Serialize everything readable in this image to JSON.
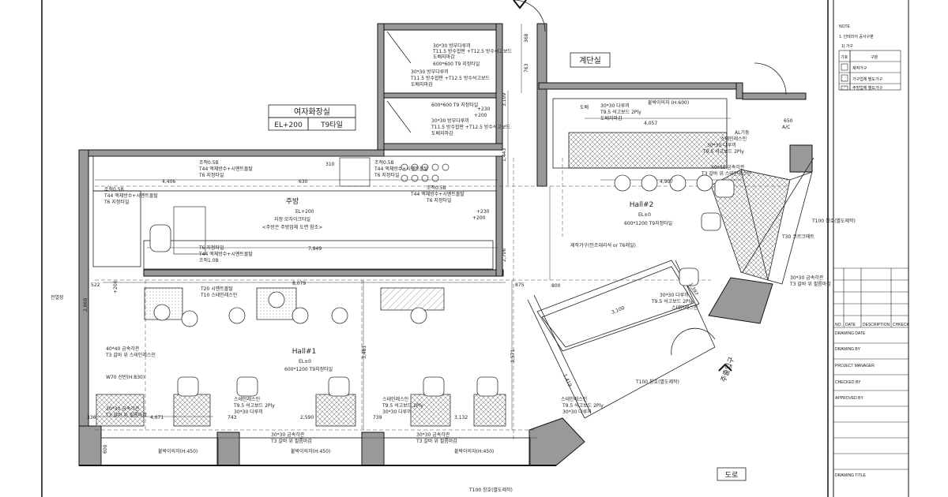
{
  "rooms": {
    "womens_restroom": {
      "title": "여자화장실",
      "level": "EL+200",
      "tile": "T9타일"
    },
    "stairs": "계단실",
    "kitchen": {
      "title": "주방",
      "level": "EL+200",
      "note1": "지정 모자이크타일",
      "note2": "<주방은 주방업체 도면 참조>"
    },
    "hall1": {
      "title": "Hall#1",
      "level": "EL±0",
      "floor": "600*1200 T9지정타일"
    },
    "hall2": {
      "title": "Hall#2",
      "level": "EL±0",
      "floor": "600*1200 T9지정타일"
    },
    "road": "도로",
    "exit": "주출입구"
  },
  "notes": {
    "n_30x30_stud": "30*30 방부다루끼",
    "n_t11": "T11.5 방수합판 +T12.5 방수석고보드",
    "n_paint": "도배지마감",
    "n_tile600": "600*600 T9 지정타일",
    "n_tile600b": "600*600 T9 지정타일",
    "n_30x30_stud2": "30*30 방부다루끼",
    "n_t11b": "T11.5 방수합판 +T12.5 방수석고보드",
    "n_paint2": "도배지마감",
    "n_el230a": "+230",
    "n_el200a": "+200",
    "n_el230b": "+230",
    "n_el200b": "+200",
    "stair_1": "30*30 다루끼",
    "stair_2": "T9.5 석고보드 2Ply",
    "stair_3": "도배지마감",
    "stair_4": "붙박이의자 (H:600)",
    "stair_5": "도배",
    "stair_dim": "4,057",
    "al_frame": "AL기둥",
    "ac": "A/C",
    "ac_dim": "650",
    "hall2_r1": "스테인레스인",
    "hall2_r2": "30*30 다루끼",
    "hall2_r3": "T9.5 석고보드 2Ply",
    "hall2_r4": "40*40 금속각관",
    "hall2_r5": "T3 갈바 위 스테인레스인",
    "hall2_dim": "4,907",
    "t100_a": "T100 창호(별도제작)",
    "t30": "T30 코르크매트",
    "right_a1": "30*30 금속각관",
    "right_a2": "T3 갈바 위 필름마감",
    "mid_a1": "30*30 다루끼",
    "mid_a2": "T9.5 석고보드 2Ply",
    "mid_a3": "스테인레스인",
    "mid_dim": "3,100",
    "mid_dim2": "1,397",
    "custom_furniture": "제작가구(인조대리석 or T6레일)",
    "t100_b": "T100 창호(별도제작)",
    "bot_a1": "스테인레스인",
    "bot_a2": "T9.5 석고보드 2Ply",
    "bot_a3": "30*30 다루끼",
    "dim_1419": "1,419",
    "k_a1": "조적0.5B",
    "k_a2": "T44 액체방수+시멘트몰탈",
    "k_a3": "T6 지정타일",
    "k_b1": "조적0.5B",
    "k_b2": "T44 액체방수+시멘트몰탈",
    "k_b3": "T6 지정타일",
    "k_c1": "조적0.5B",
    "k_c2": "T44 액체방수+시멘트몰탈",
    "k_c3": "T6 지정타일",
    "k_d1": "조적0.5B",
    "k_d2": "T44 액체방수+시멘트몰탈",
    "k_d3": "T6 지정타일",
    "k_e1": "T6 지정타일",
    "k_e2": "T44 액체방수+시멘트몰탈",
    "k_e3": "조적1.0B",
    "k_dim1": "4,406",
    "k_dim2": "7,849",
    "k_dim3": "630",
    "k_dim4": "310",
    "h1_a1": "T20 시멘트몰탈",
    "h1_a2": "T10 스테인레스인",
    "h1_dim": "8,079",
    "h1_dim2": "3,481",
    "h1_dim3": "3,571",
    "left_a1": "40*40 금속각관",
    "left_a2": "T3 갈바 위 스테인레스인",
    "w70": "W70 선반(H:830)",
    "left_b1": "30*30 금속각관",
    "left_b2": "T3 갈바 위 필름마감",
    "left_dim": "4,671",
    "stair_label": "전열장",
    "el200c": "+200",
    "dim_522": "522",
    "dim_2868": "2,868",
    "h1_mid1": "스테인레스인",
    "h1_mid2": "T9.5 석고보드 2Ply",
    "h1_mid3": "30*30 다루끼",
    "h1_mid4": "스테인레스인",
    "h1_mid5": "T9.5 석고보드 2Ply",
    "h1_mid6": "30*30 다루끼",
    "dim_2590": "2,590",
    "dim_3132": "3,132",
    "dim_336": "336",
    "dim_743": "743",
    "dim_739": "739",
    "bench_a1": "30*30 금속각관",
    "bench_a2": "T3 갈바 위 필름마감",
    "bench_b1": "30*30 금속각관",
    "bench_b2": "T3 갈바 위 필름마감",
    "bench1": "붙박이의자(H:450)",
    "bench2": "붙박이의자(H:450)",
    "bench3": "붙박이의자(H:450)",
    "t100_bottom": "T100 창호(별도제작)",
    "dim_600": "600",
    "dim_800": "800",
    "dim_875": "875",
    "dim_2706": "2,706",
    "dim_1443": "1,443",
    "dim_3109": "3,109",
    "dim_763": "763",
    "dim_368": "368"
  },
  "title_block": {
    "note_label": "NOTE",
    "note_1": "1. 인테리어 공사구분",
    "note_1a": "1) 가구",
    "legend_header_a": "기호",
    "legend_header_b": "구분",
    "legend_rows": [
      "제작가구",
      "가구업체 별도가구",
      "주방업체 별도가구"
    ],
    "rev_cols": [
      "NO.",
      "DATE",
      "DESCRIPTION",
      "CHKECK"
    ],
    "fields": [
      "DRAWING DATE",
      "DRAWING BY",
      "PROJECT MANAGER",
      "CHECKED BY",
      "APPROVED BY",
      "DRAWING TITLE"
    ]
  }
}
